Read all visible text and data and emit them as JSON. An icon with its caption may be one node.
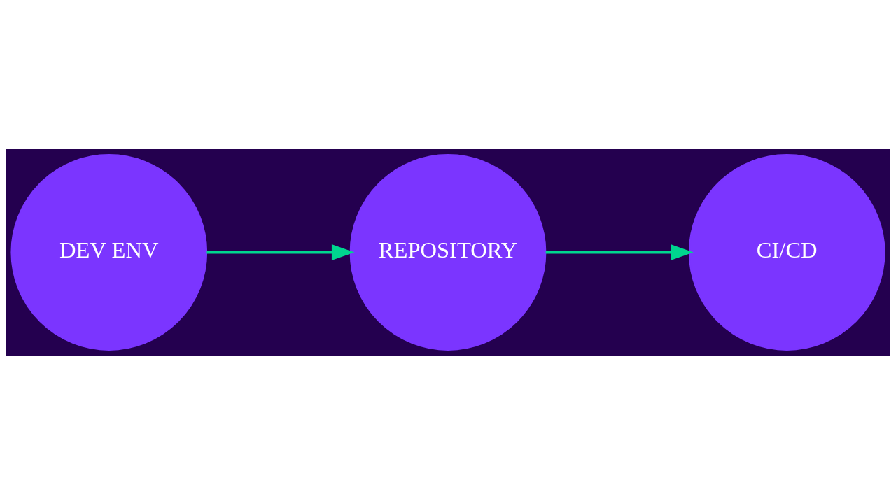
{
  "diagram": {
    "nodes": [
      {
        "text": [
          "DEV ENV"
        ]
      },
      {
        "text": [
          "REPOSITORY"
        ]
      },
      {
        "text": [
          "CI/CD"
        ]
      }
    ],
    "edges": [
      {
        "from": 0,
        "to": 1,
        "arrow": "to"
      },
      {
        "from": 1,
        "to": 2,
        "arrow": "to"
      }
    ]
  }
}
